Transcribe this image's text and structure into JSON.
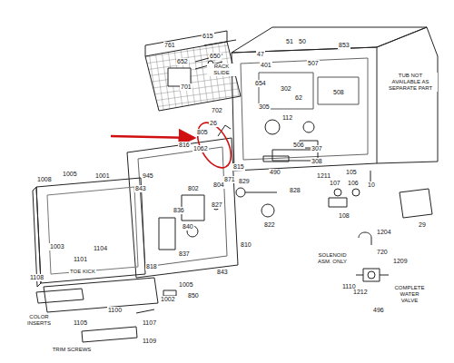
{
  "diagram": {
    "labels": [
      "761",
      "615",
      "652",
      "650",
      "RACK SLIDE",
      "701",
      "702",
      "47",
      "401",
      "51",
      "50",
      "507",
      "853",
      "654",
      "302",
      "62",
      "508",
      "305",
      "112",
      "TUB NOT AVAILABLE AS SEPARATE PART",
      "26",
      "805",
      "1062",
      "816",
      "506",
      "307",
      "308",
      "490",
      "815",
      "871",
      "945",
      "843",
      "804",
      "802",
      "829",
      "827",
      "828",
      "822",
      "1005",
      "1001",
      "1008",
      "1003",
      "836",
      "840",
      "837",
      "818",
      "810",
      "843",
      "1005",
      "850",
      "1002",
      "1101",
      "TOE KICK",
      "1104",
      "1108",
      "1100",
      "COLOR INSERTS",
      "1105",
      "1107",
      "1109",
      "TRIM SCREWS",
      "1211",
      "107",
      "105",
      "106",
      "10",
      "108",
      "29",
      "1204",
      "720",
      "SOLENOID ASM. ONLY",
      "1209",
      "COMPLETE WATER VALVE",
      "1110",
      "1212",
      "496"
    ]
  }
}
